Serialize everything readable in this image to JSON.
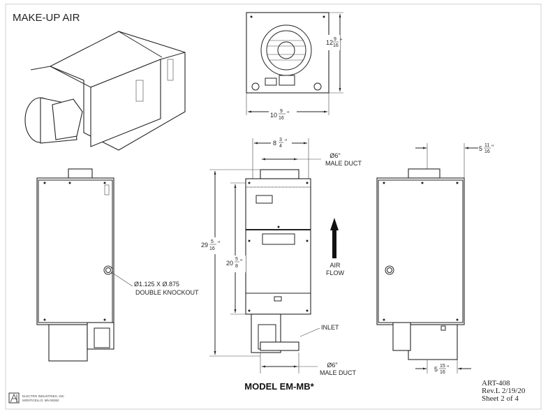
{
  "title": "MAKE-UP AIR",
  "model": "MODEL EM-MB*",
  "dimensions": {
    "top_height": {
      "whole": "12",
      "num": "9",
      "den": "16",
      "unit": "\""
    },
    "top_width": {
      "whole": "10",
      "num": "9",
      "den": "16",
      "unit": "\""
    },
    "mount_width": {
      "whole": "8",
      "num": "3",
      "den": "4",
      "unit": "\""
    },
    "overall_height": {
      "whole": "29",
      "num": "5",
      "den": "16",
      "unit": "\""
    },
    "cabinet_height": {
      "whole": "20",
      "num": "5",
      "den": "8",
      "unit": "\""
    },
    "side_top_offset": {
      "whole": "5",
      "num": "11",
      "den": "16",
      "unit": "\""
    },
    "side_bottom_offset": {
      "whole": "5",
      "num": "15",
      "den": "16",
      "unit": "\""
    }
  },
  "labels": {
    "top_duct_dia": "Ø6\"",
    "top_duct_type": "MALE DUCT",
    "bottom_duct_dia": "Ø6\"",
    "bottom_duct_type": "MALE DUCT",
    "air": "AIR",
    "flow": "FLOW",
    "knockout_size": "Ø1.125 X Ø.875",
    "knockout_type": "DOUBLE KNOCKOUT",
    "inlet": "INLET"
  },
  "company": {
    "name": "ELECTRO INDUSTRIES, INC",
    "location": "MONTICELLO, MN 55362",
    "logo_text": "EI"
  },
  "title_block": {
    "art": "ART-408",
    "rev": "Rev.L  2/19/20",
    "sheet": "Sheet 2 of 4"
  }
}
